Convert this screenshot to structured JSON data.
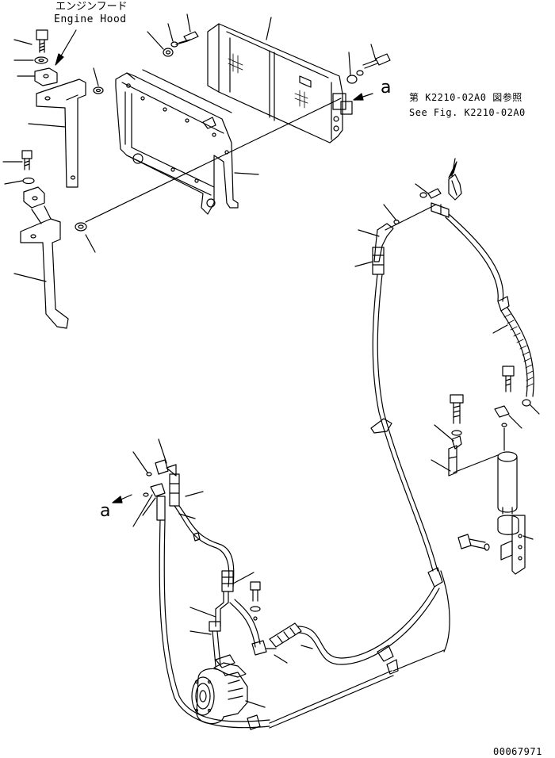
{
  "labels": {
    "engine_hood_jp": "エンジンフード",
    "engine_hood_en": "Engine Hood",
    "ref_jp": "第 K2210-02A0 図参照",
    "ref_en": "See Fig. K2210-02A0",
    "marker_a_top": "a",
    "marker_a_bottom": "a",
    "drawing_number": "00067971"
  },
  "colors": {
    "line": "#000000",
    "background": "#ffffff"
  }
}
